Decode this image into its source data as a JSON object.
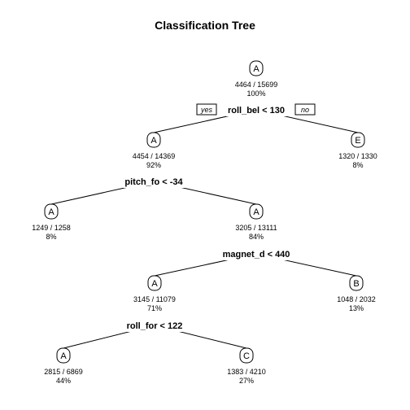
{
  "title": "Classification Tree",
  "branch_labels": {
    "yes": "yes",
    "no": "no"
  },
  "nodes": [
    {
      "id": "n1",
      "class": "A",
      "ratio": "4464 / 15699",
      "percent": "100%"
    },
    {
      "id": "n2",
      "class": "A",
      "ratio": "4454 / 14369",
      "percent": "92%"
    },
    {
      "id": "n3",
      "class": "E",
      "ratio": "1320 / 1330",
      "percent": "8%"
    },
    {
      "id": "n4",
      "class": "A",
      "ratio": "1249 / 1258",
      "percent": "8%"
    },
    {
      "id": "n5",
      "class": "A",
      "ratio": "3205 / 13111",
      "percent": "84%"
    },
    {
      "id": "n6",
      "class": "A",
      "ratio": "3145 / 11079",
      "percent": "71%"
    },
    {
      "id": "n7",
      "class": "B",
      "ratio": "1048 / 2032",
      "percent": "13%"
    },
    {
      "id": "n8",
      "class": "A",
      "ratio": "2815 / 6869",
      "percent": "44%"
    },
    {
      "id": "n9",
      "class": "C",
      "ratio": "1383 / 4210",
      "percent": "27%"
    }
  ],
  "splits": [
    {
      "id": "s1",
      "text": "roll_bel < 130",
      "parent": "n1",
      "left": "n2",
      "right": "n3"
    },
    {
      "id": "s2",
      "text": "pitch_fo < -34",
      "parent": "n2",
      "left": "n4",
      "right": "n5"
    },
    {
      "id": "s3",
      "text": "magnet_d < 440",
      "parent": "n5",
      "left": "n6",
      "right": "n7"
    },
    {
      "id": "s4",
      "text": "roll_for < 122",
      "parent": "n6",
      "left": "n8",
      "right": "n9"
    }
  ]
}
